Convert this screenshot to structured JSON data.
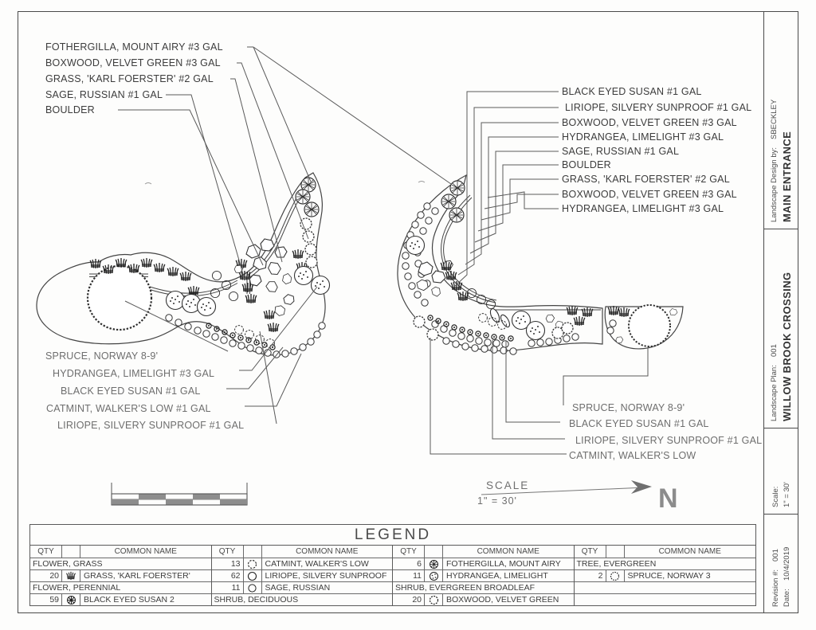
{
  "callouts": {
    "top_left": [
      "FOTHERGILLA, MOUNT AIRY #3 GAL",
      "BOXWOOD, VELVET GREEN #3 GAL",
      "GRASS, 'KARL FOERSTER' #2 GAL",
      "SAGE, RUSSIAN #1 GAL",
      "BOULDER"
    ],
    "top_right": [
      "BLACK EYED SUSAN #1 GAL",
      "LIRIOPE, SILVERY SUNPROOF #1 GAL",
      "BOXWOOD, VELVET GREEN #3 GAL",
      "HYDRANGEA, LIMELIGHT #3 GAL",
      "SAGE, RUSSIAN #1 GAL",
      "BOULDER",
      "GRASS, 'KARL FOERSTER' #2 GAL",
      "BOXWOOD, VELVET GREEN #3 GAL",
      "HYDRANGEA, LIMELIGHT #3 GAL"
    ],
    "bottom_left": [
      "SPRUCE, NORWAY 8-9'",
      "HYDRANGEA, LIMELIGHT #3 GAL",
      "BLACK EYED SUSAN #1 GAL",
      "CATMINT, WALKER'S LOW #1 GAL",
      "LIRIOPE, SILVERY SUNPROOF #1 GAL"
    ],
    "bottom_right": [
      "SPRUCE, NORWAY 8-9'",
      "BLACK EYED SUSAN #1 GAL",
      "LIRIOPE, SILVERY SUNPROOF #1 GAL",
      "CATMINT, WALKER'S LOW"
    ]
  },
  "scale_note": {
    "heading": "SCALE",
    "value": "1\" = 30'"
  },
  "north_label": "N",
  "title_block": {
    "sections": [
      {
        "label": "Landscape Design by:",
        "value": "SBECKLEY",
        "title": "MAIN ENTRANCE"
      },
      {
        "label": "Landscape Plan:",
        "value": "001",
        "title": "WILLOW BROOK CROSSING"
      },
      {
        "label": "Scale:",
        "value": "1\" = 30'"
      },
      {
        "label": "Revision #:",
        "value": "001",
        "label2": "Date:",
        "value2": "10/4/2019"
      }
    ]
  },
  "legend": {
    "title": "LEGEND",
    "header": {
      "qty": "QTY",
      "name": "COMMON NAME"
    },
    "groups": [
      {
        "rows": [
          {
            "type": "category",
            "name": "FLOWER, GRASS"
          },
          {
            "type": "item",
            "qty": "20",
            "icon": "grass-icon",
            "name": "GRASS, 'KARL FOERSTER'"
          },
          {
            "type": "category",
            "name": "FLOWER, PERENNIAL"
          },
          {
            "type": "item",
            "qty": "59",
            "icon": "flower-icon",
            "name": "BLACK EYED SUSAN 2"
          }
        ]
      },
      {
        "rows": [
          {
            "type": "item",
            "qty": "13",
            "icon": "catmint-icon",
            "name": "CATMINT, WALKER'S LOW"
          },
          {
            "type": "item",
            "qty": "62",
            "icon": "liriope-icon",
            "name": "LIRIOPE, SILVERY SUNPROOF"
          },
          {
            "type": "item",
            "qty": "11",
            "icon": "sage-icon",
            "name": "SAGE, RUSSIAN"
          },
          {
            "type": "category",
            "name": "SHRUB, DECIDUOUS"
          }
        ]
      },
      {
        "rows": [
          {
            "type": "item",
            "qty": "6",
            "icon": "fothergilla-icon",
            "name": "FOTHERGILLA, MOUNT AIRY"
          },
          {
            "type": "item",
            "qty": "11",
            "icon": "hydrangea-icon",
            "name": "HYDRANGEA, LIMELIGHT"
          },
          {
            "type": "category",
            "name": "SHRUB, EVERGREEN BROADLEAF"
          },
          {
            "type": "item",
            "qty": "20",
            "icon": "boxwood-icon",
            "name": "BOXWOOD, VELVET GREEN"
          }
        ]
      },
      {
        "rows": [
          {
            "type": "category",
            "name": "TREE, EVERGREEN"
          },
          {
            "type": "item",
            "qty": "2",
            "icon": "spruce-icon",
            "name": "SPRUCE, NORWAY 3"
          },
          {
            "type": "empty"
          },
          {
            "type": "empty"
          }
        ]
      }
    ]
  }
}
